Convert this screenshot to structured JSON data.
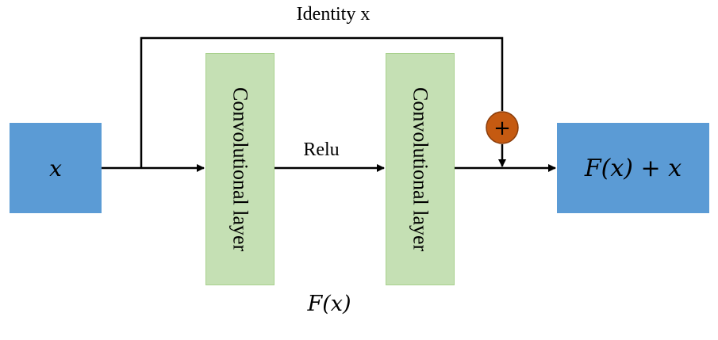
{
  "input": {
    "label": "x"
  },
  "output": {
    "label": "F(x) + x"
  },
  "conv_layers": [
    {
      "label": "Convolutional layer"
    },
    {
      "label": "Convolutional layer"
    }
  ],
  "edges": {
    "identity_label": "Identity  x",
    "activation_label": "Relu"
  },
  "function_label": "F(x)",
  "operator": {
    "symbol": "+"
  },
  "colors": {
    "input_output_fill": "#5b9bd5",
    "conv_fill": "#c5e0b4",
    "conv_border": "#a9d18e",
    "add_node_fill": "#c55a11",
    "line": "#000000"
  }
}
